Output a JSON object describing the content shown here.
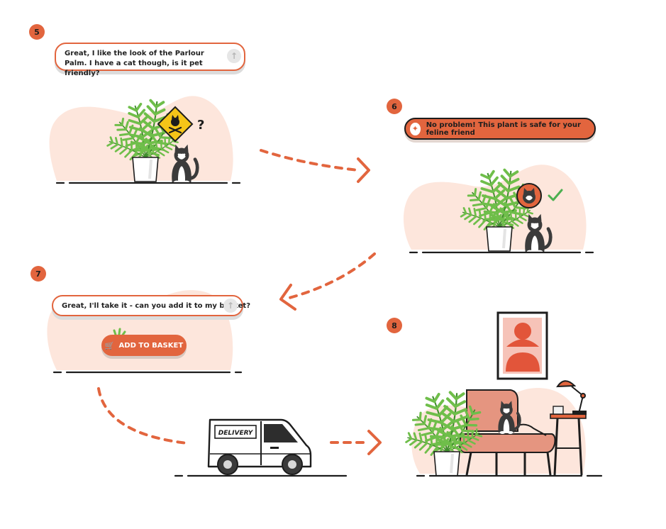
{
  "steps": [
    {
      "number": "5",
      "message": "Great, I like the look of the Parlour Palm. I have a cat though, is it pet friendly?"
    },
    {
      "number": "6",
      "message": "No problem! This plant is safe for your feline friend"
    },
    {
      "number": "7",
      "message": "Great, I'll take it - can you add it to my basket?"
    },
    {
      "number": "8"
    }
  ],
  "question_mark": "?",
  "add_to_basket_label": "ADD TO BASKET",
  "van_label": "DELIVERY",
  "colors": {
    "accent": "#e2653e",
    "blob": "#fde6dc",
    "leaf": "#6fbe4a",
    "leaf_dark": "#3f8f2c",
    "ink": "#1d1d1d",
    "warning": "#f5c518",
    "chair": "#e59580"
  },
  "icons": [
    "send-arrow-icon",
    "pet-warning-sign-icon",
    "check-icon",
    "sparkle-icon",
    "cart-icon",
    "cat-face-icon"
  ]
}
